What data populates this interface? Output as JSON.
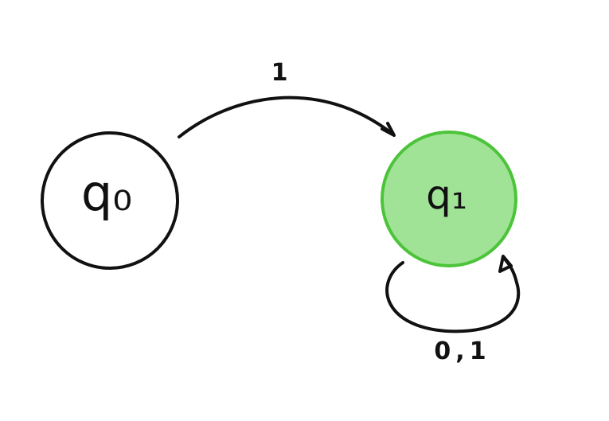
{
  "diagram": {
    "type": "finite-automaton",
    "colors": {
      "stroke": "#111111",
      "accept_fill": "#a1e396",
      "accept_stroke": "#4cc43a",
      "background": "#ffffff"
    },
    "states": [
      {
        "id": "q0",
        "label": "q₀",
        "accepting": false
      },
      {
        "id": "q1",
        "label": "q₁",
        "accepting": true
      }
    ],
    "transitions": [
      {
        "from": "q0",
        "to": "q1",
        "label": "1"
      },
      {
        "from": "q1",
        "to": "q1",
        "label": "0,1"
      }
    ]
  }
}
